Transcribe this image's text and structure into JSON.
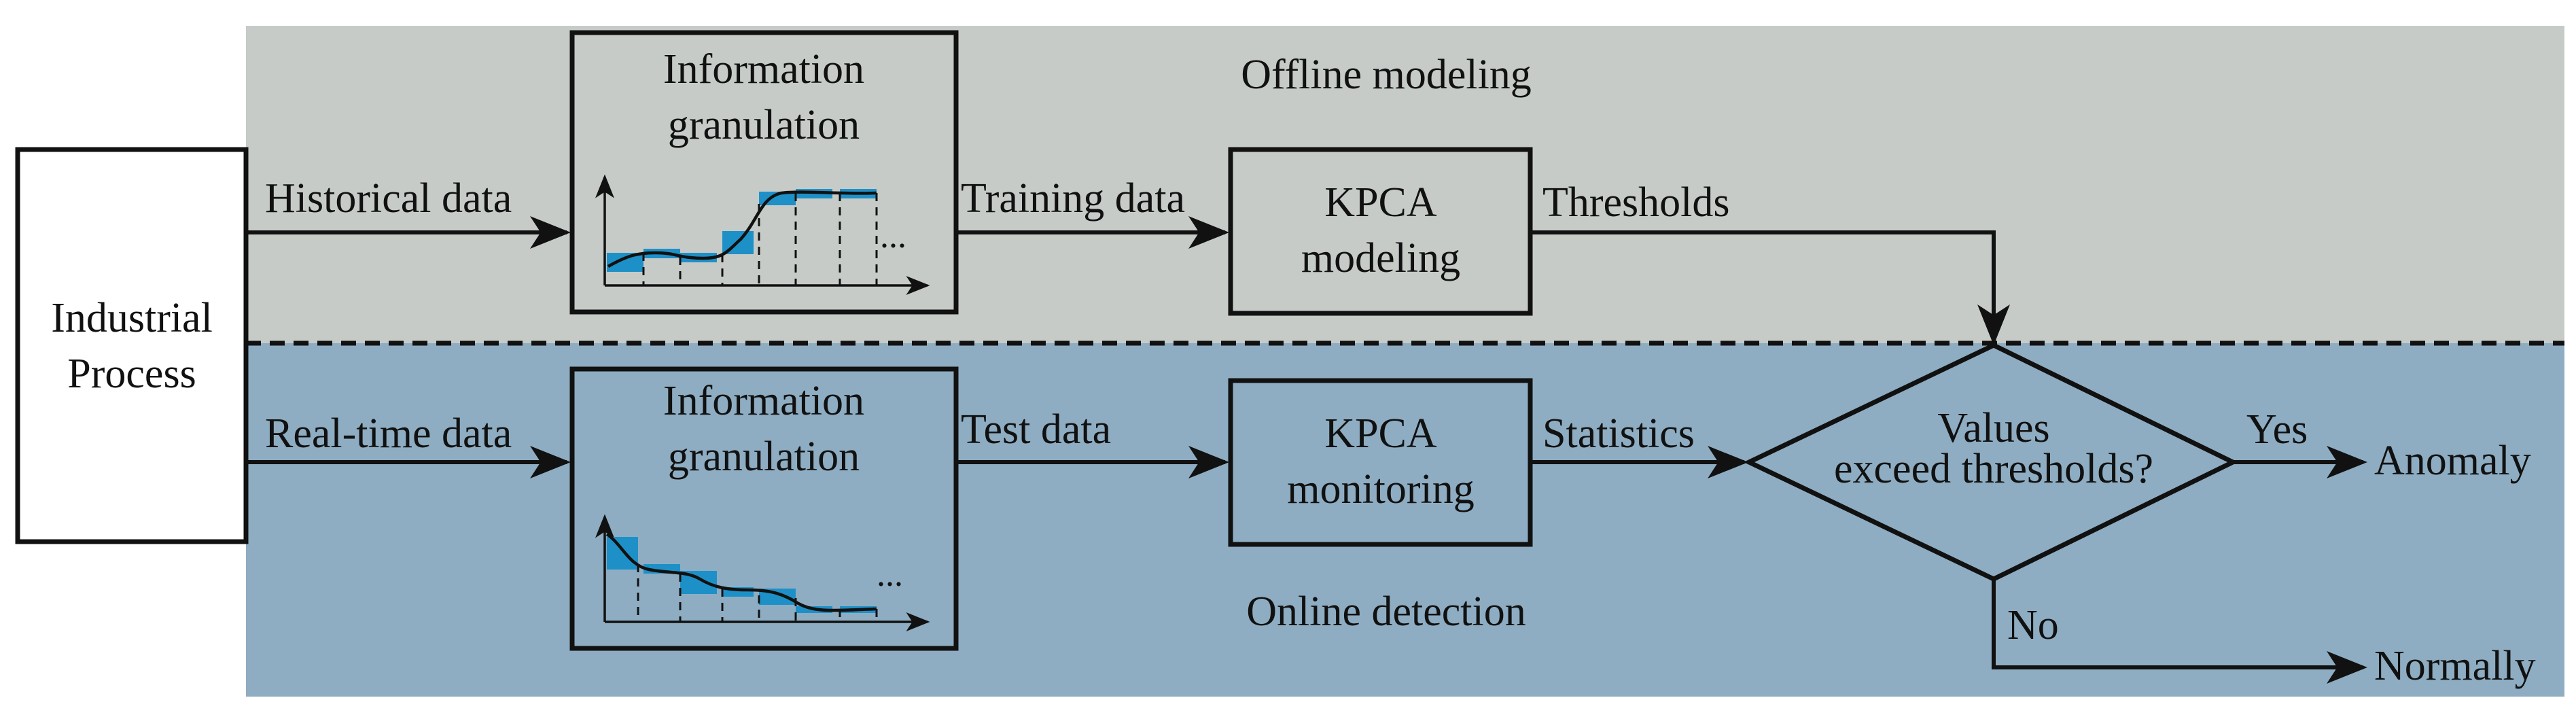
{
  "regions": {
    "offline_label": "Offline modeling",
    "online_label": "Online detection",
    "offline_color": "#c6cbc8",
    "online_color": "#8eadc2"
  },
  "source": {
    "line1": "Industrial",
    "line2": "Process"
  },
  "offline": {
    "input_label": "Historical data",
    "granulation_line1": "Information",
    "granulation_line2": "granulation",
    "output_label": "Training data",
    "kpca_line1": "KPCA",
    "kpca_line2": "modeling",
    "threshold_label": "Thresholds"
  },
  "online": {
    "input_label": "Real-time data",
    "granulation_line1": "Information",
    "granulation_line2": "granulation",
    "output_label": "Test data",
    "kpca_line1": "KPCA",
    "kpca_line2": "monitoring",
    "statistics_label": "Statistics"
  },
  "decision": {
    "line1": "Values",
    "line2": "exceed thresholds?",
    "yes_label": "Yes",
    "no_label": "No",
    "yes_result": "Anomaly",
    "no_result": "Normally"
  },
  "mini_chart": {
    "ellipsis": "..."
  },
  "colors": {
    "granule": "#1e90c8",
    "stroke": "#111111"
  }
}
